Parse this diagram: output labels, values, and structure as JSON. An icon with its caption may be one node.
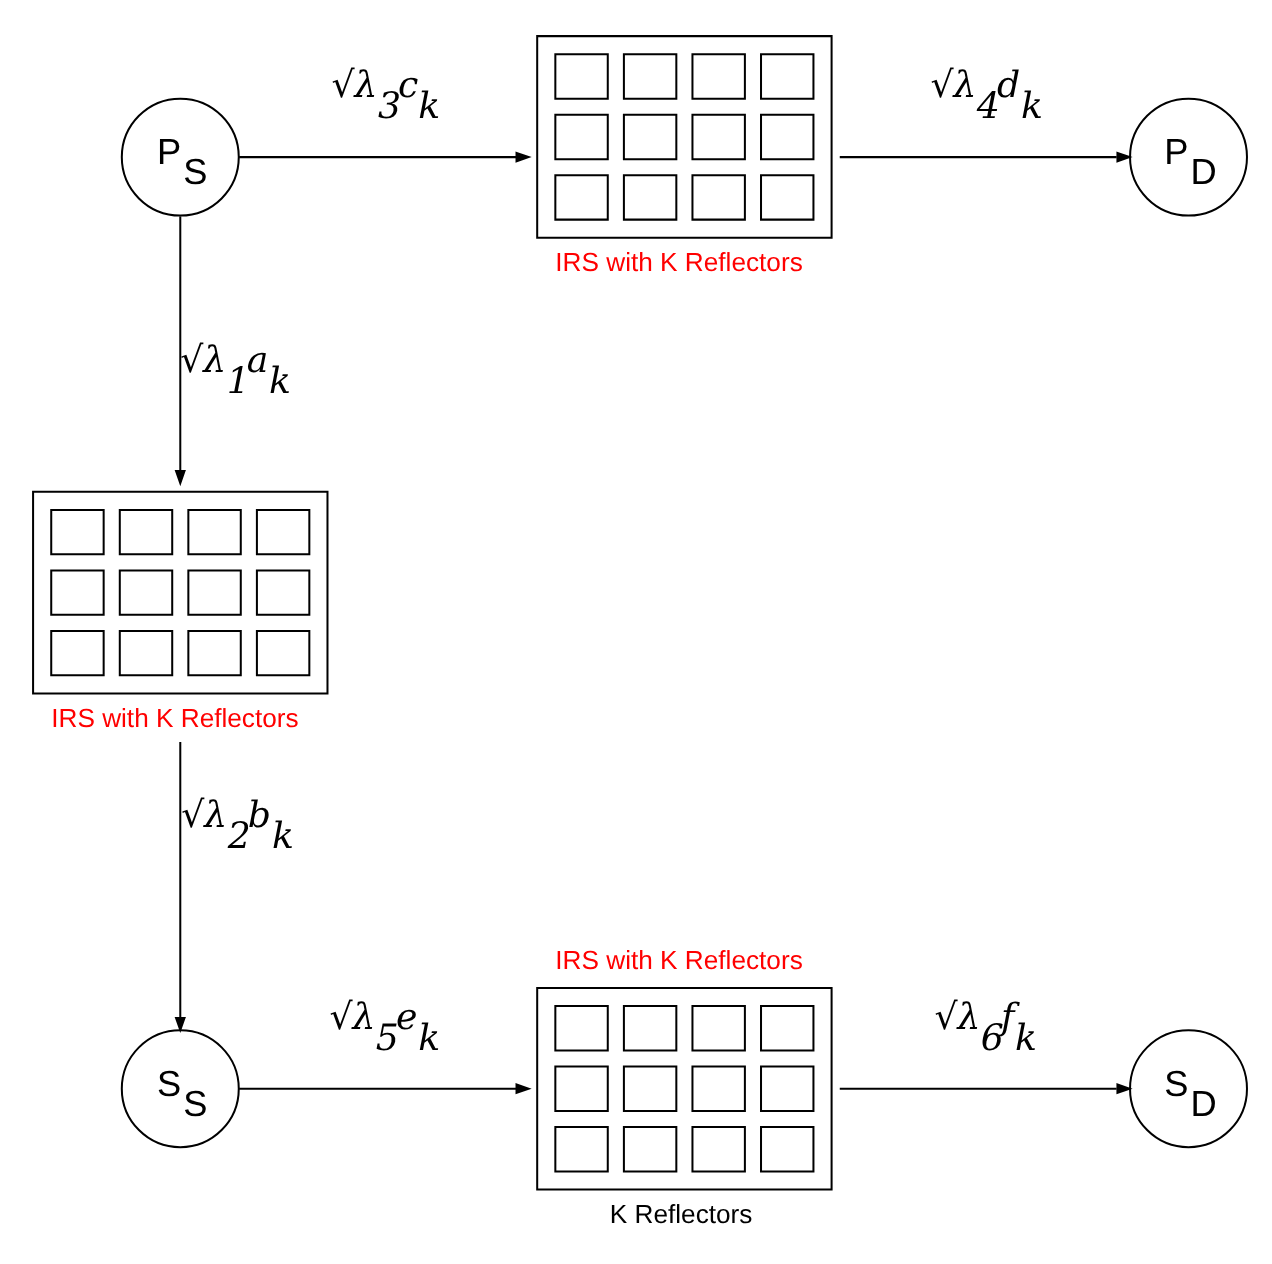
{
  "diagram": {
    "nodes": [
      {
        "text": [
          "P$_{S}$"
        ]
      },
      {
        "text": [],
        "shape": "box",
        "beside": [
          "IRS with K Reflectors"
        ]
      },
      {
        "text": [
          "P$_{D}$"
        ]
      },
      {
        "text": [],
        "shape": "box",
        "beside": [
          "IRS with K Reflectors"
        ]
      },
      {
        "text": [
          "S$_{S}$"
        ]
      },
      {
        "text": [],
        "shape": "box",
        "beside": [
          "IRS with K Reflectors",
          "K Reflectors"
        ]
      },
      {
        "text": [
          "S$_{D}$"
        ]
      }
    ],
    "edges": [
      {
        "from": 0,
        "to": 1,
        "arrow": "to",
        "label": "√λ$_{3}$c$_{k}$"
      },
      {
        "from": 1,
        "to": 2,
        "arrow": "to",
        "label": "√λ$_{4}$d$_{k}$"
      },
      {
        "from": 0,
        "to": 3,
        "arrow": "to",
        "label": "√λ$_{1}$a$_{k}$"
      },
      {
        "from": 3,
        "to": 4,
        "arrow": "to",
        "label": "√λ$_{2}$b$_{k}$"
      },
      {
        "from": 4,
        "to": 5,
        "arrow": "to",
        "label": "√λ$_{5}$e$_{k}$"
      },
      {
        "from": 5,
        "to": 6,
        "arrow": "to",
        "label": "√λ$_{6}$f$_{k}$"
      }
    ]
  }
}
